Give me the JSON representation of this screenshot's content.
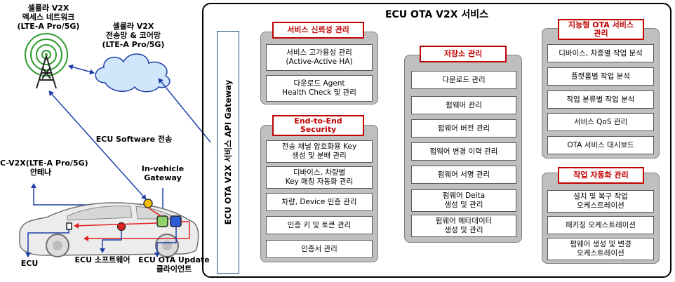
{
  "labels": {
    "cell_access": [
      "셀룰라 V2X",
      "엑세스 네트워크",
      "(LTE-A Pro/5G)"
    ],
    "cell_core": [
      "셀룰라 V2X",
      "전송망 & 코어망",
      "(LTE-A Pro/5G)"
    ],
    "ecu_software": "ECU Software 전송",
    "cv2x_antenna": [
      "C-V2X(LTE-A Pro/5G)",
      "안테나"
    ],
    "invehicle_gateway": [
      "In-vehicle",
      "Gateway"
    ],
    "ecu": "ECU",
    "ecu_software_kr": "ECU 소프트웨어",
    "ota_client": [
      "ECU OTA Update",
      "클라이언트"
    ]
  },
  "service": {
    "title": "ECU OTA V2X 서비스",
    "gateway": "ECU OTA V2X 서비스 API Gateway",
    "reliability": {
      "header": "서비스 신뢰성 관리",
      "items": [
        [
          "서비스 고가용성 관리",
          "(Active-Active HA)"
        ],
        [
          "다운로드 Agent",
          "Health Check 및 관리"
        ]
      ]
    },
    "security": {
      "header": [
        "End-to-End",
        "Security"
      ],
      "items": [
        [
          "전송 채널 암호화용 Key",
          "생성 및 분배 관리"
        ],
        [
          "디바이스, 차량별",
          "Key 매칭 자동화 관리"
        ],
        [
          "차량, Device 인증 관리"
        ],
        [
          "인증 키 및 토큰 관리"
        ],
        [
          "인증서 관리"
        ]
      ]
    },
    "storage": {
      "header": "저장소 관리",
      "items": [
        [
          "다운로드 관리"
        ],
        [
          "펌웨어 관리"
        ],
        [
          "펌웨어 버전 관리"
        ],
        [
          "펌웨어 변경 이력 관리"
        ],
        [
          "펌웨어 서명 관리"
        ],
        [
          "펌웨어 Delta",
          "생성 및 관리"
        ],
        [
          "펌웨어 메타데이터",
          "생성 및 관리"
        ]
      ]
    },
    "intelligent": {
      "header": [
        "지능형 OTA 서비스",
        "관리"
      ],
      "items": [
        [
          "디바이스, 차종별 작업 분석"
        ],
        [
          "플랫폼별 작업 분석"
        ],
        [
          "작업 분류별 작업 분석"
        ],
        [
          "서비스 QoS 관리"
        ],
        [
          "OTA 서비스 대시보드"
        ]
      ]
    },
    "automation": {
      "header": "작업 자동화 관리",
      "items": [
        [
          "설치 및 복구 작업",
          "오케스트레이션"
        ],
        [
          "패키징 오케스트레이션"
        ],
        [
          "펌웨어 생성 및 변경",
          "오케스트레이션"
        ]
      ]
    }
  },
  "colors": {
    "header_red": "#c00000",
    "panel_gray": "#bfbfbf",
    "arrow_blue": "#1f3fa8",
    "arrow_red": "#e02020",
    "tower_green": "#2e9b2e",
    "cloud_blue": "#cfe6fb"
  }
}
